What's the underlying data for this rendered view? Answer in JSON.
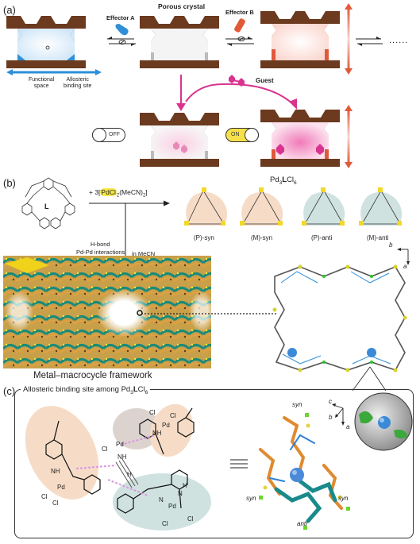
{
  "panel_a": {
    "label": "(a)",
    "porous_crystal": "Porous crystal",
    "effector_a": "Effector A",
    "effector_b": "Effector B",
    "functional_space": "Functional\nspace",
    "allosteric_site": "Allosteric\nbinding site",
    "guest": "Guest",
    "off": "OFF",
    "on": "ON",
    "ellipsis": "......",
    "colors": {
      "brown": "#6b3a1f",
      "blue": "#2f8fd8",
      "red": "#e05a3a",
      "magenta": "#d9338f",
      "yellow": "#f5e04a"
    }
  },
  "panel_b": {
    "label": "(b)",
    "ligand": "L",
    "reagent_prefix": "+ 3[",
    "reagent_hl": "PdCl",
    "reagent_sub": "2",
    "reagent_suffix": "(MeCN)",
    "reagent_sub2": "2",
    "reagent_close": "]",
    "in_mecn": "in MeCN",
    "hbond": "H-bond",
    "pdpd": "Pd-Pd interactions",
    "product_prefix": "Pd",
    "product_sub1": "3",
    "product_mid": "L",
    "product_mid2": "Cl",
    "product_sub2": "6",
    "isomers": [
      "(P)-syn",
      "(M)-syn",
      "(P)-anti",
      "(M)-anti"
    ],
    "framework": "Metal–macrocycle framework",
    "axis_b": "b",
    "axis_a": "a"
  },
  "panel_c": {
    "label": "(c)",
    "title_prefix": "Allosteric binding site among Pd",
    "title_sub1": "3",
    "title_mid": "L",
    "title_mid2": "Cl",
    "title_sub2": "6",
    "atoms": {
      "nh": "NH",
      "n": "N",
      "h": "H",
      "pd": "Pd",
      "cl": "Cl"
    },
    "syn": "syn",
    "anti": "anti",
    "axis_c": "c",
    "axis_b": "b",
    "axis_a": "a"
  }
}
